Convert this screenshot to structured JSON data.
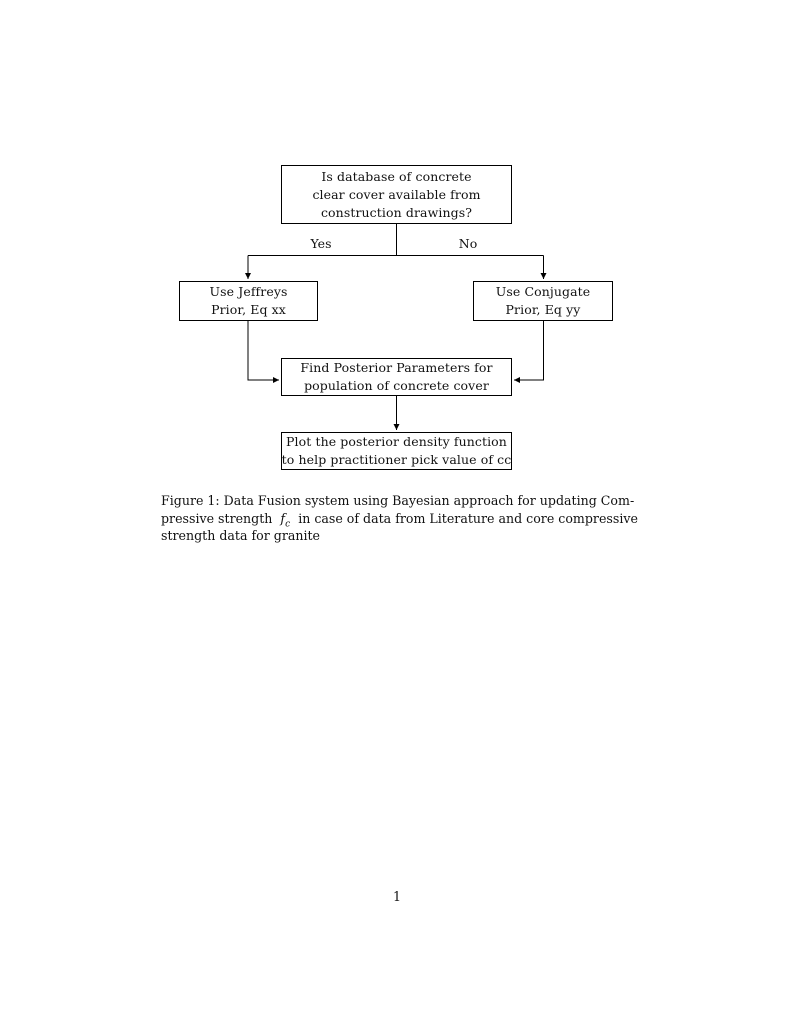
{
  "document": {
    "page_number": "1",
    "background_color": "#ffffff",
    "ink_color": "#000000"
  },
  "figure": {
    "type": "flowchart",
    "nodes": [
      {
        "id": "question",
        "shape": "rectangle",
        "lines": [
          "Is database of concrete",
          "clear cover available from",
          "construction drawings?"
        ]
      },
      {
        "id": "jeffreys",
        "shape": "rectangle",
        "lines": [
          "Use Jeffreys",
          "Prior, Eq xx"
        ]
      },
      {
        "id": "conjugate",
        "shape": "rectangle",
        "lines": [
          "Use Conjugate",
          "Prior, Eq yy"
        ]
      },
      {
        "id": "posterior",
        "shape": "rectangle",
        "lines": [
          "Find Posterior Parameters for",
          "population of concrete cover"
        ]
      },
      {
        "id": "plot",
        "shape": "rectangle",
        "lines": [
          "Plot the posterior density function",
          "to help practitioner pick value of cc"
        ]
      }
    ],
    "edge_labels": {
      "yes": "Yes",
      "no": "No"
    },
    "edges": [
      {
        "from": "question",
        "to": "jeffreys",
        "label": "Yes"
      },
      {
        "from": "question",
        "to": "conjugate",
        "label": "No"
      },
      {
        "from": "jeffreys",
        "to": "posterior",
        "label": ""
      },
      {
        "from": "conjugate",
        "to": "posterior",
        "label": ""
      },
      {
        "from": "posterior",
        "to": "plot",
        "label": ""
      }
    ]
  },
  "caption": {
    "line1": "Figure 1: Data Fusion system using Bayesian approach for updating Com-",
    "line2_before": "pressive strength",
    "line2_math_base": "f",
    "line2_math_sub": "c",
    "line2_after": "in case of data from Literature and core compressive",
    "line3": "strength data for granite",
    "full_text": "Figure 1: Data Fusion system using Bayesian approach for updating Compressive strength f_c in case of data from Literature and core compressive strength data for granite"
  }
}
